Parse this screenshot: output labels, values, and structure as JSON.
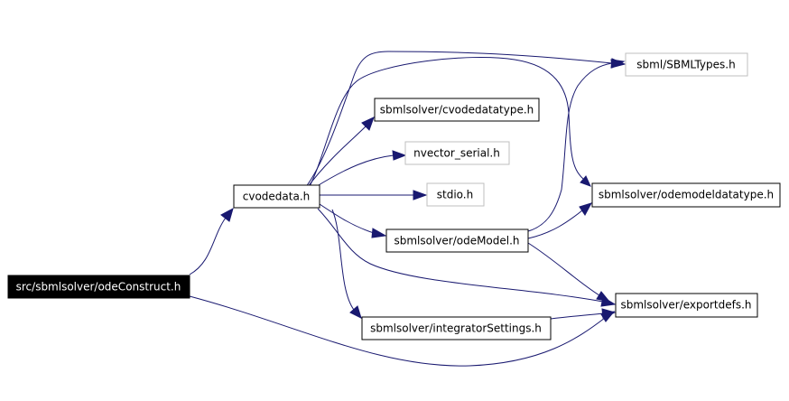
{
  "diagram": {
    "nodes": [
      {
        "id": "odeConstruct",
        "label": "src/sbmlsolver/odeConstruct.h",
        "style": "root"
      },
      {
        "id": "cvodedata",
        "label": "cvodedata.h",
        "style": "normal"
      },
      {
        "id": "SBMLTypes",
        "label": "sbml/SBMLTypes.h",
        "style": "external"
      },
      {
        "id": "cvodedatatype",
        "label": "sbmlsolver/cvodedatatype.h",
        "style": "normal"
      },
      {
        "id": "nvector",
        "label": "nvector_serial.h",
        "style": "external"
      },
      {
        "id": "stdio",
        "label": "stdio.h",
        "style": "external"
      },
      {
        "id": "odemodeldatatype",
        "label": "sbmlsolver/odemodeldatatype.h",
        "style": "normal"
      },
      {
        "id": "odeModel",
        "label": "sbmlsolver/odeModel.h",
        "style": "normal"
      },
      {
        "id": "exportdefs",
        "label": "sbmlsolver/exportdefs.h",
        "style": "normal"
      },
      {
        "id": "integratorSettings",
        "label": "sbmlsolver/integratorSettings.h",
        "style": "normal"
      }
    ],
    "edges": [
      {
        "from": "odeConstruct",
        "to": "cvodedata"
      },
      {
        "from": "odeConstruct",
        "to": "exportdefs"
      },
      {
        "from": "cvodedata",
        "to": "SBMLTypes"
      },
      {
        "from": "cvodedata",
        "to": "cvodedatatype"
      },
      {
        "from": "cvodedata",
        "to": "nvector"
      },
      {
        "from": "cvodedata",
        "to": "stdio"
      },
      {
        "from": "cvodedata",
        "to": "odemodeldatatype"
      },
      {
        "from": "cvodedata",
        "to": "odeModel"
      },
      {
        "from": "cvodedata",
        "to": "exportdefs"
      },
      {
        "from": "cvodedata",
        "to": "integratorSettings"
      },
      {
        "from": "odeModel",
        "to": "SBMLTypes"
      },
      {
        "from": "odeModel",
        "to": "odemodeldatatype"
      },
      {
        "from": "odeModel",
        "to": "exportdefs"
      },
      {
        "from": "integratorSettings",
        "to": "exportdefs"
      }
    ]
  },
  "colors": {
    "edge": "#191970",
    "root_fill": "#000000",
    "root_text": "#ffffff",
    "node_border": "#000000",
    "external_border": "#bfbfbf"
  }
}
